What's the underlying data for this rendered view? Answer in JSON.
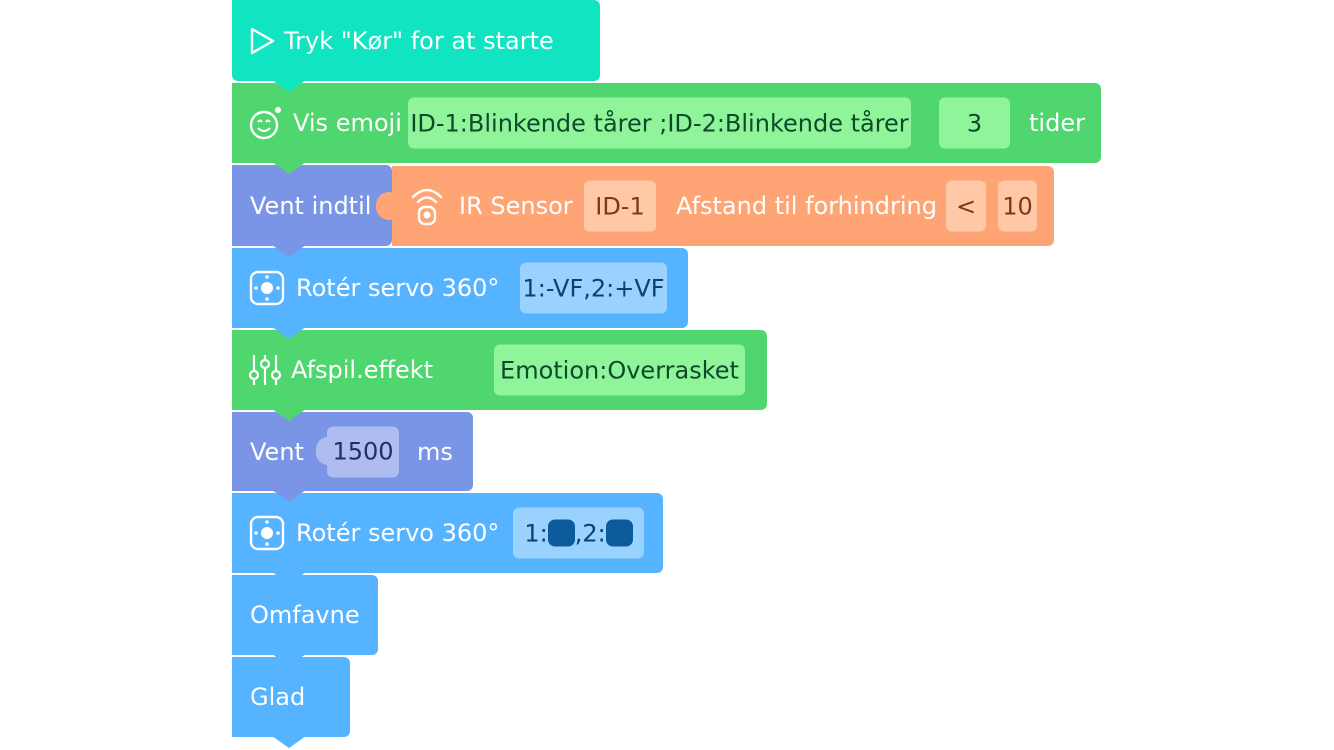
{
  "colors": {
    "start": "#11e4c1",
    "green": "#4fd66f",
    "green_slot": "#8ff49a",
    "purple": "#7b95e6",
    "purple_slot": "#aebcf0",
    "orange": "#ffa575",
    "orange_slot": "#ffc9a7",
    "blue": "#56b3ff",
    "blue_slot": "#9ad2ff",
    "servo_dark": "#0d5a9c"
  },
  "blocks": {
    "start": {
      "label": "Tryk \"Kør\" for at starte",
      "icon": "play-icon"
    },
    "emoji": {
      "label": "Vis emoji",
      "icon": "smiley-icon",
      "value": "ID-1:Blinkende tårer ;ID-2:Blinkende tårer",
      "count": "3",
      "suffix": "tider"
    },
    "wait_until": {
      "label": "Vent indtil",
      "sensor": {
        "icon": "ir-sensor-icon",
        "label": "IR Sensor",
        "id": "ID-1",
        "measure": "Afstand til forhindring",
        "operator": "<",
        "value": "10"
      }
    },
    "servo1": {
      "label": "Rotér servo 360°",
      "icon": "servo-icon",
      "value": "1:-VF,2:+VF"
    },
    "effect": {
      "label": "Afspil.effekt",
      "icon": "sliders-icon",
      "value": "Emotion:Overrasket"
    },
    "wait": {
      "label": "Vent",
      "value": "1500",
      "unit": "ms"
    },
    "servo2": {
      "label": "Rotér servo 360°",
      "icon": "servo-icon",
      "p1": "1:",
      "p2": ",2:"
    },
    "hug": {
      "label": "Omfavne"
    },
    "happy": {
      "label": "Glad"
    }
  }
}
